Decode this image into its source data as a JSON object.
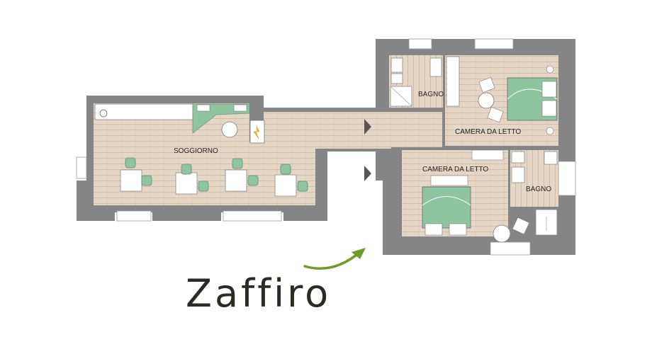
{
  "plan": {
    "name": "Zaffiro",
    "rooms": {
      "living": "SOGGIORNO",
      "bath_top": "BAGNO",
      "bedroom_top": "CAMERA DA LETTO",
      "bedroom_bottom": "CAMERA DA LETTO",
      "bath_right": "BAGNO"
    }
  },
  "colors": {
    "wall": "#858585",
    "floor": "#e6d6c6",
    "plank_line": "#c9b6a2",
    "accent_green": "#8ec4a0",
    "arrow_green": "#6e9c2c",
    "fixture": "#ffffff",
    "title_text": "#2c2a22"
  },
  "icons": [
    "door-arrow-icon",
    "entrance-arrow-icon",
    "fireplace-icon"
  ]
}
